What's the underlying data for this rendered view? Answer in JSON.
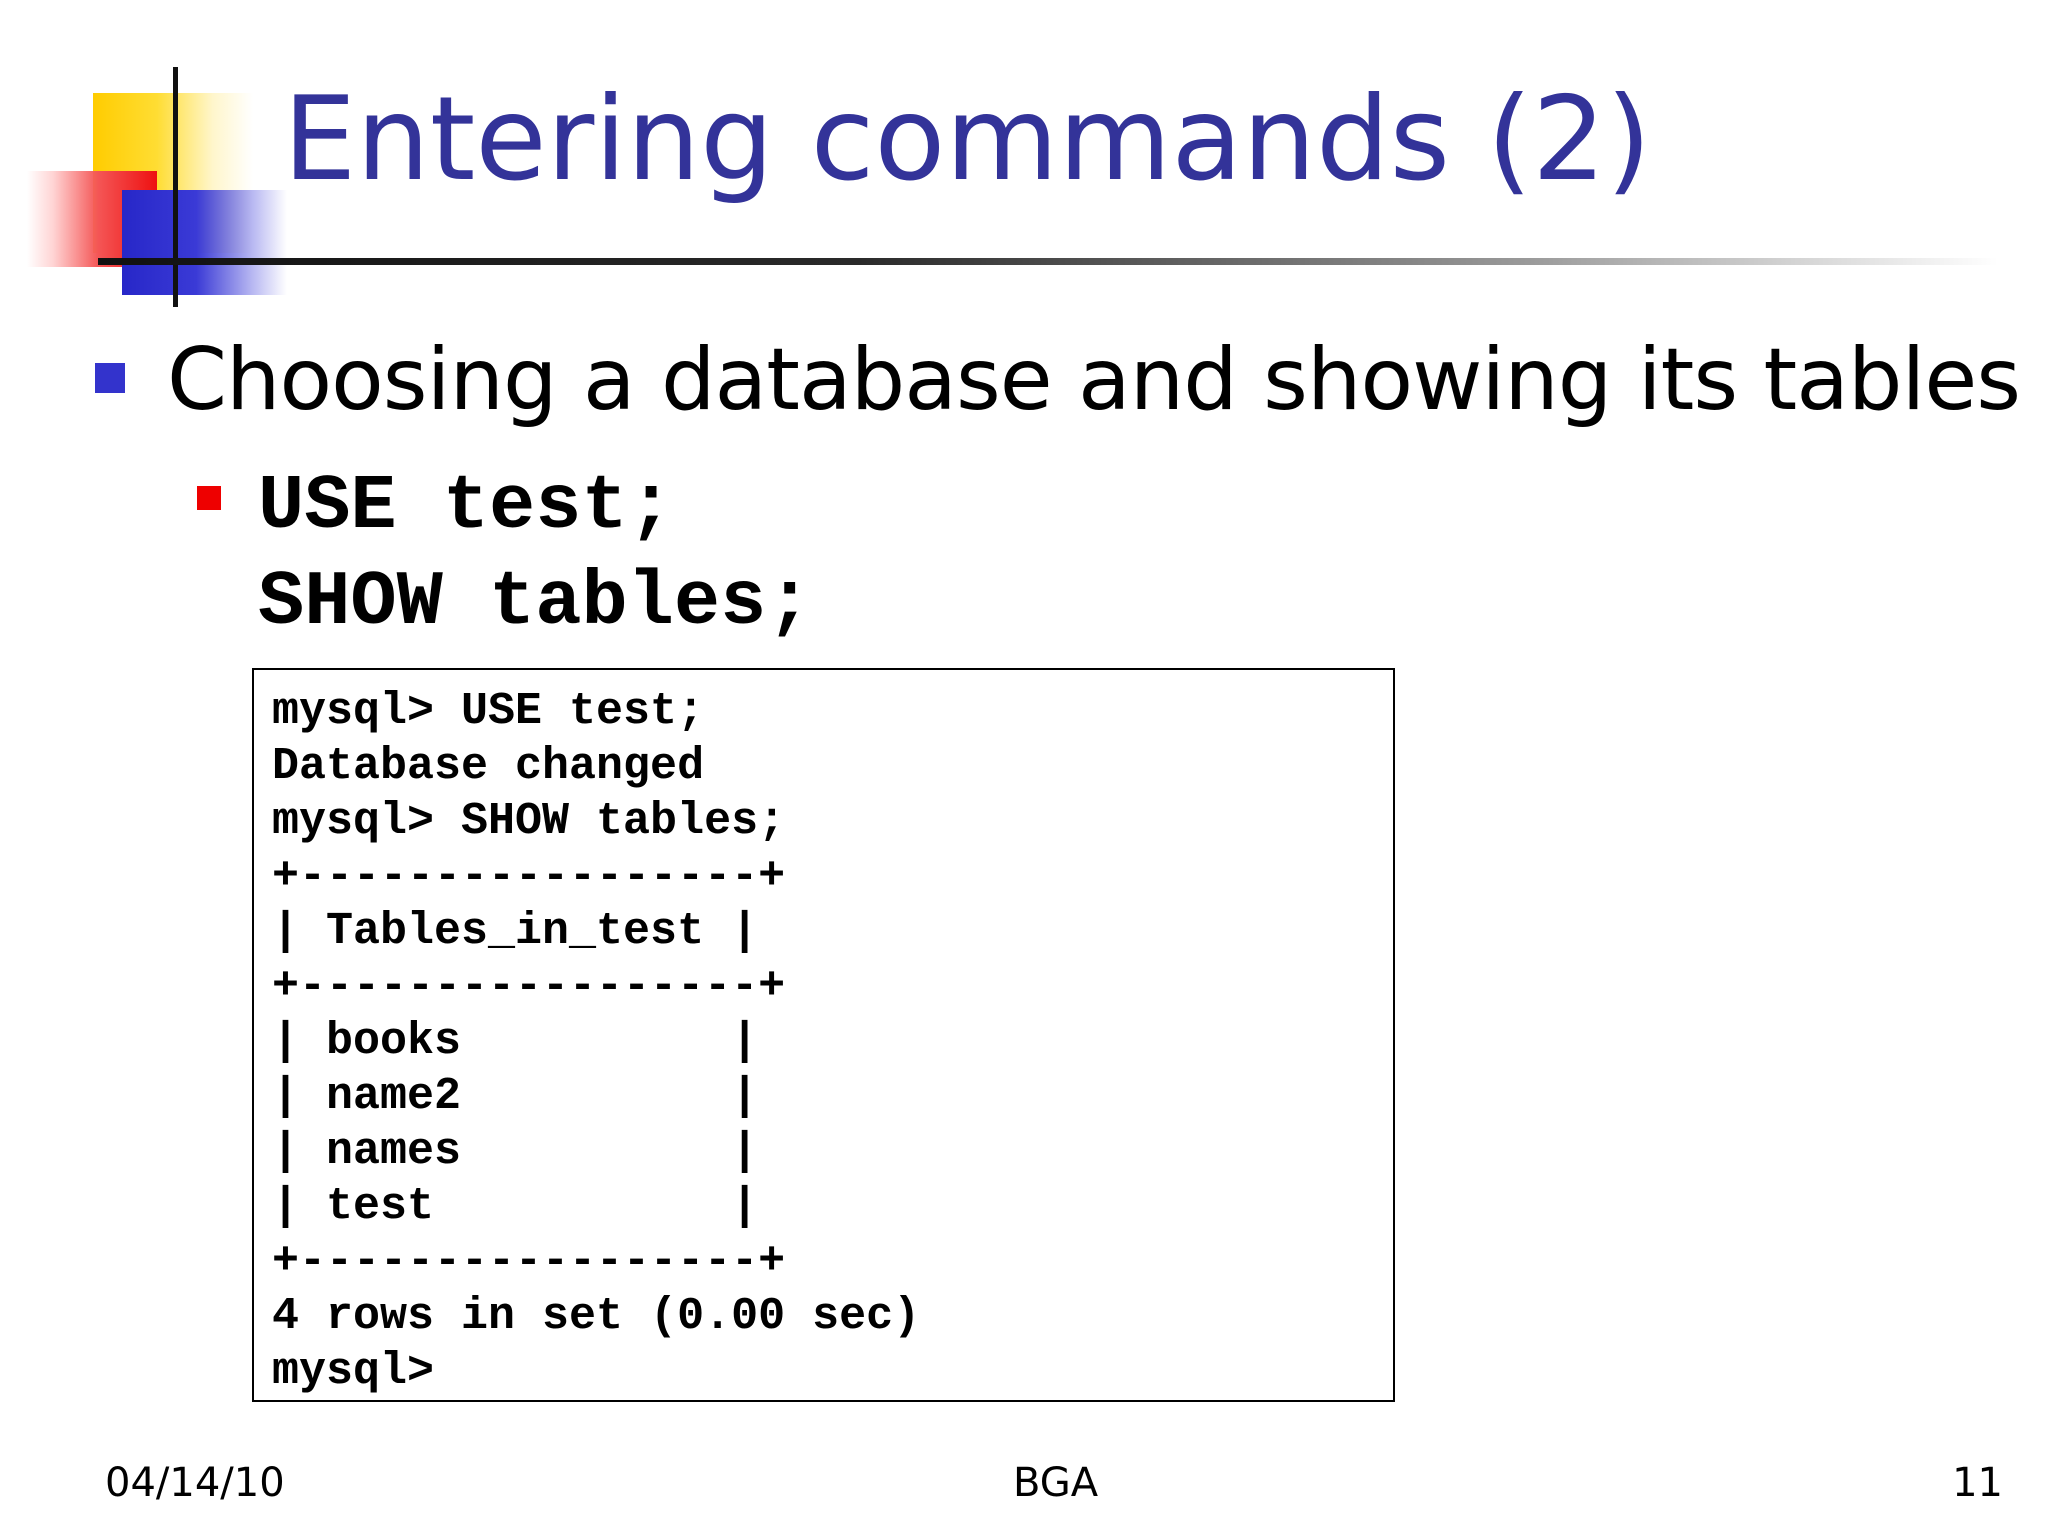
{
  "slide": {
    "title": "Entering commands (2)",
    "bullet": "Choosing a database and showing its tables",
    "commands": [
      "USE test;",
      "SHOW tables;"
    ],
    "terminal_lines": [
      "mysql> USE test;",
      "Database changed",
      "mysql> SHOW tables;",
      "+-----------------+",
      "| Tables_in_test |",
      "+-----------------+",
      "| books          |",
      "| name2          |",
      "| names          |",
      "| test           |",
      "+-----------------+",
      "4 rows in set (0.00 sec)",
      "mysql>"
    ]
  },
  "footer": {
    "date": "04/14/10",
    "center": "BGA",
    "page": "11"
  },
  "colors": {
    "title": "#333399",
    "bullet_level1": "#3333cc",
    "bullet_level2": "#ee0000"
  }
}
